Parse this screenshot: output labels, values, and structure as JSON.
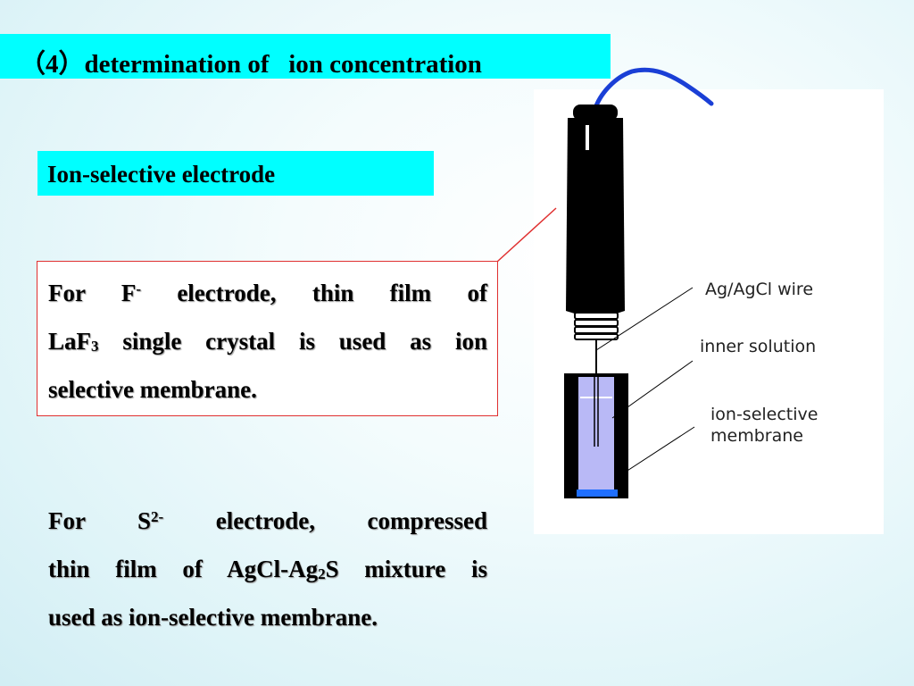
{
  "slide": {
    "title": "（4）determination of   ion concentration",
    "subtitle": "Ion-selective electrode",
    "para1": {
      "l1_a": "For F",
      "l1_sup": "-",
      "l1_b": " electrode, thin film of",
      "l2_a": "LaF",
      "l2_sub": "3",
      "l2_b": " single crystal is used as ion",
      "l3": "selective membrane."
    },
    "para2": {
      "l1_a": "For S",
      "l1_sup": "2-",
      "l1_b": " electrode, compressed",
      "l2_a": "thin film of AgCl-Ag",
      "l2_sub": "2",
      "l2_b": "S mixture is",
      "l3": "used as ion-selective membrane."
    }
  },
  "diagram": {
    "labels": {
      "wire": "Ag/AgCl wire",
      "inner": "inner solution",
      "membrane_l1": "ion-selective",
      "membrane_l2": "membrane"
    },
    "colors": {
      "cable": "#1a3fd6",
      "body": "#000000",
      "solution": "#b9b9f6",
      "membrane": "#1f6fff",
      "callout": "#e03030",
      "highlight": "#00ffff"
    }
  }
}
